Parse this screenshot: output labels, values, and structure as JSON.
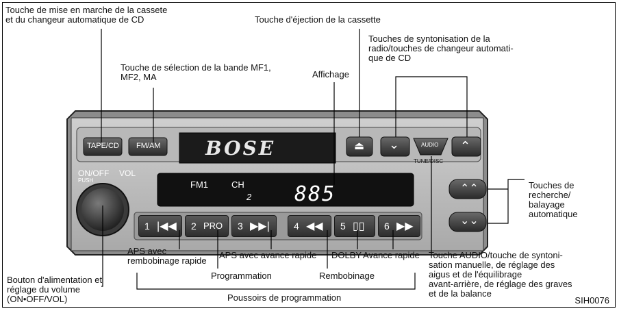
{
  "labels": {
    "tape_cd_caption": "Touche de mise en marche de la cassete\net du changeur automatique de CD",
    "band_caption": "Touche de sélection de la bande MF1,\nMF2, MA",
    "eject_caption": "Touche d'éjection de la cassette",
    "tuning_caption": "Touches de syntonisation de la\nradio/touches de changeur automati-\nque de CD",
    "display_caption": "Affichage",
    "seek_caption": "Touches de\nrecherche/\nbalayage\nautomatique",
    "aps_rewind_caption": "APS avec\nrembobinage rapide",
    "programming_caption": "Programmation",
    "aps_ff_caption": "APS avec avance rapide",
    "rewind_caption": "Rembobinage",
    "dolby_caption": "DOLBY",
    "ff_caption": "Avance rapide",
    "audio_caption": "Touche AUDIO/touche de syntoni-\nsation manuelle, de réglage des\naigus et de l'équilibrage\navant-arrière, de réglage des graves\net de la balance",
    "power_caption": "Bouton d'alimentation et\nréglage du volume\n(ON•OFF/VOL)",
    "presets_caption": "Poussoirs de programmation",
    "figure_code": "SIH0076"
  },
  "radio": {
    "tape_cd_button": "TAPE/CD",
    "fm_am_button": "FM/AM",
    "brand_logo": "BOSE",
    "audio_button": "AUDIO",
    "tune_disc": "TUNE/DISC",
    "on_off": "ON/OFF",
    "push": "PUSH",
    "vol": "VOL",
    "display_band": "FM1",
    "display_ch": "CH",
    "display_channel": "2",
    "display_value": "885",
    "presets": [
      {
        "num": "1",
        "glyph": "|◀◀"
      },
      {
        "num": "2",
        "glyph": "PRO"
      },
      {
        "num": "3",
        "glyph": "▶▶|"
      },
      {
        "num": "4",
        "glyph": "◀◀"
      },
      {
        "num": "5",
        "glyph": "▯▯"
      },
      {
        "num": "6",
        "glyph": "▶▶"
      }
    ]
  }
}
